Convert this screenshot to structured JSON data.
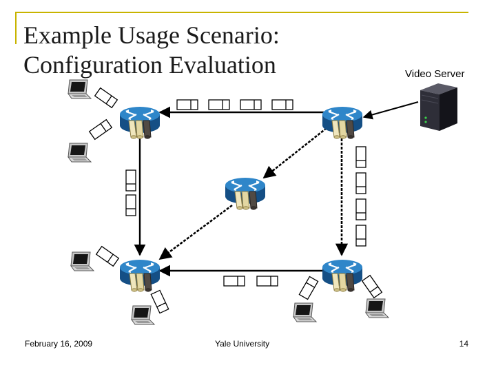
{
  "slide": {
    "title_line1": "Example Usage Scenario:",
    "title_line2": "Configuration Evaluation"
  },
  "diagram": {
    "server_label": "Video Server",
    "routers": [
      "router-top-left",
      "router-top-right",
      "router-center",
      "router-bottom-left",
      "router-bottom-right"
    ],
    "icons": {
      "router": "router-icon",
      "config": "config-scroll-icon",
      "laptop": "laptop-icon",
      "server": "server-tower-icon",
      "packet": "packet-icon"
    },
    "colors": {
      "router": "#1f6fb0",
      "scroll": "#e9dfb0",
      "frame": "#c8b400",
      "server": "#2a2a34"
    }
  },
  "footer": {
    "date": "February 16, 2009",
    "org": "Yale University",
    "page": "14"
  }
}
